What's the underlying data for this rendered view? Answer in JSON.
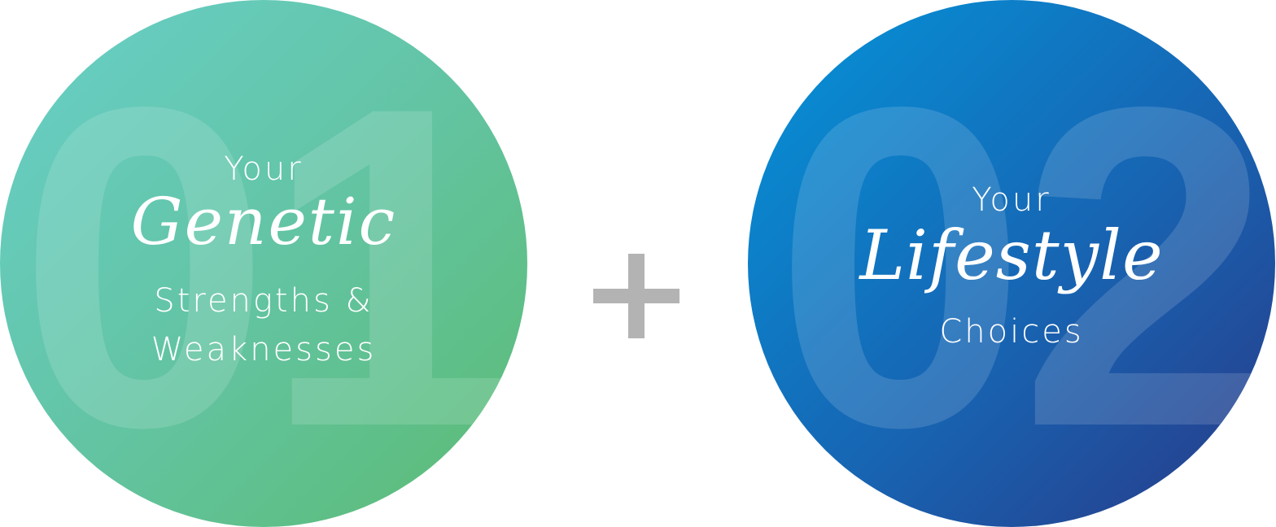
{
  "left_circle": {
    "number": "01",
    "line1": "Your",
    "highlight": "Genetic",
    "line3": "Strengths &",
    "line4": "Weaknesses",
    "gradient_colors": [
      "#67cfc9",
      "#5bbb72"
    ]
  },
  "connector": {
    "symbol_icon": "plus-icon",
    "color": "#b3b3b3"
  },
  "right_circle": {
    "number": "02",
    "line1": "Your",
    "highlight": "Lifestyle",
    "line3": "Choices",
    "gradient_colors": [
      "#0495da",
      "#293987"
    ]
  }
}
